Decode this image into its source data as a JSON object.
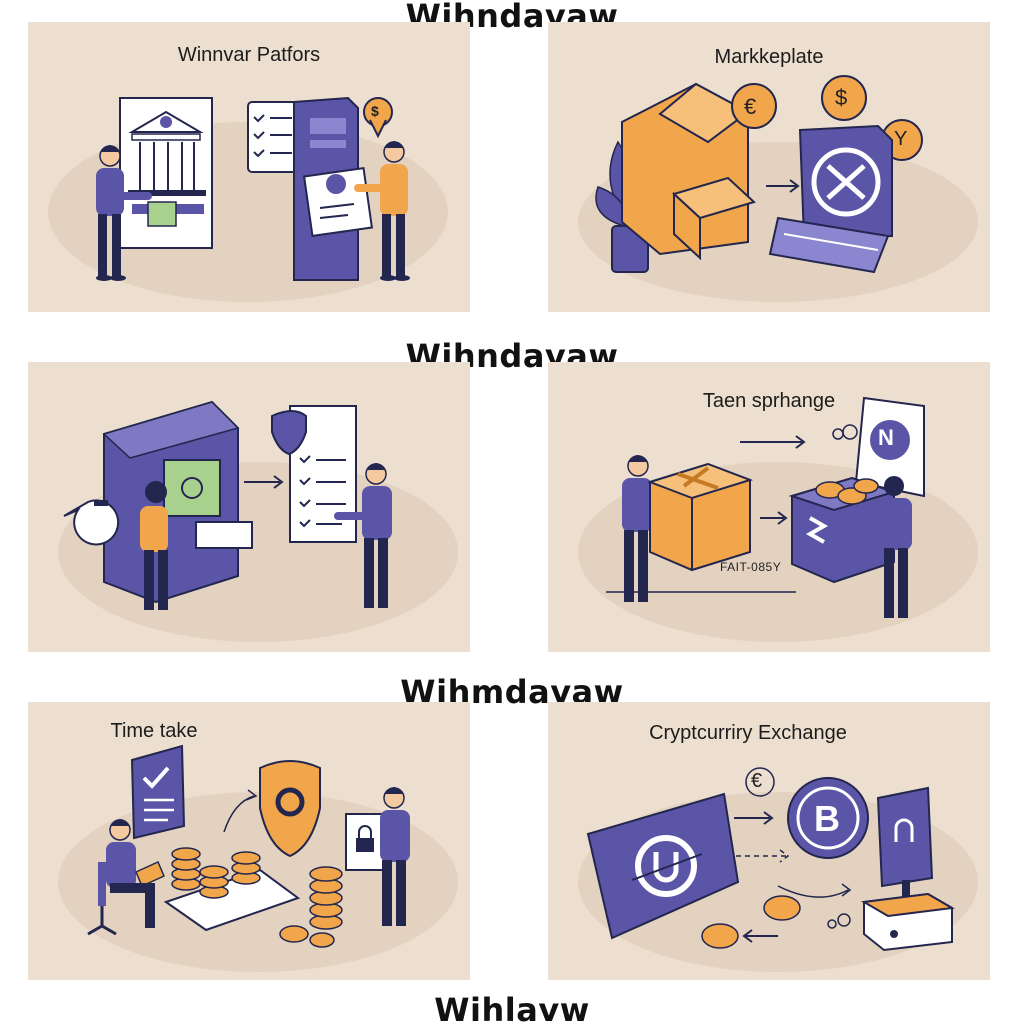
{
  "headings": [
    "Wihndavaw",
    "Wihndavaw",
    "Wihmdavaw",
    "Wihlavw"
  ],
  "panels": {
    "p1": {
      "title": "Winnvar Patfors"
    },
    "p2": {
      "title": "Markkeplate"
    },
    "p3": {
      "title": ""
    },
    "p4": {
      "title": "Taen sprhange",
      "label": "FAIT-085Y"
    },
    "p5": {
      "title": "Time take"
    },
    "p6": {
      "title": "Cryptcurriry Exchange"
    }
  },
  "glyphs": {
    "dollar": "$",
    "euro": "€",
    "yen": "Y",
    "bitcoin": "B",
    "n_badge": "N"
  },
  "colors": {
    "panel_bg": "#ecdfcf",
    "purple": "#5a55a6",
    "dark_navy": "#23264e",
    "orange": "#f2a64b",
    "green_cash": "#a9d18e",
    "white": "#ffffff"
  }
}
